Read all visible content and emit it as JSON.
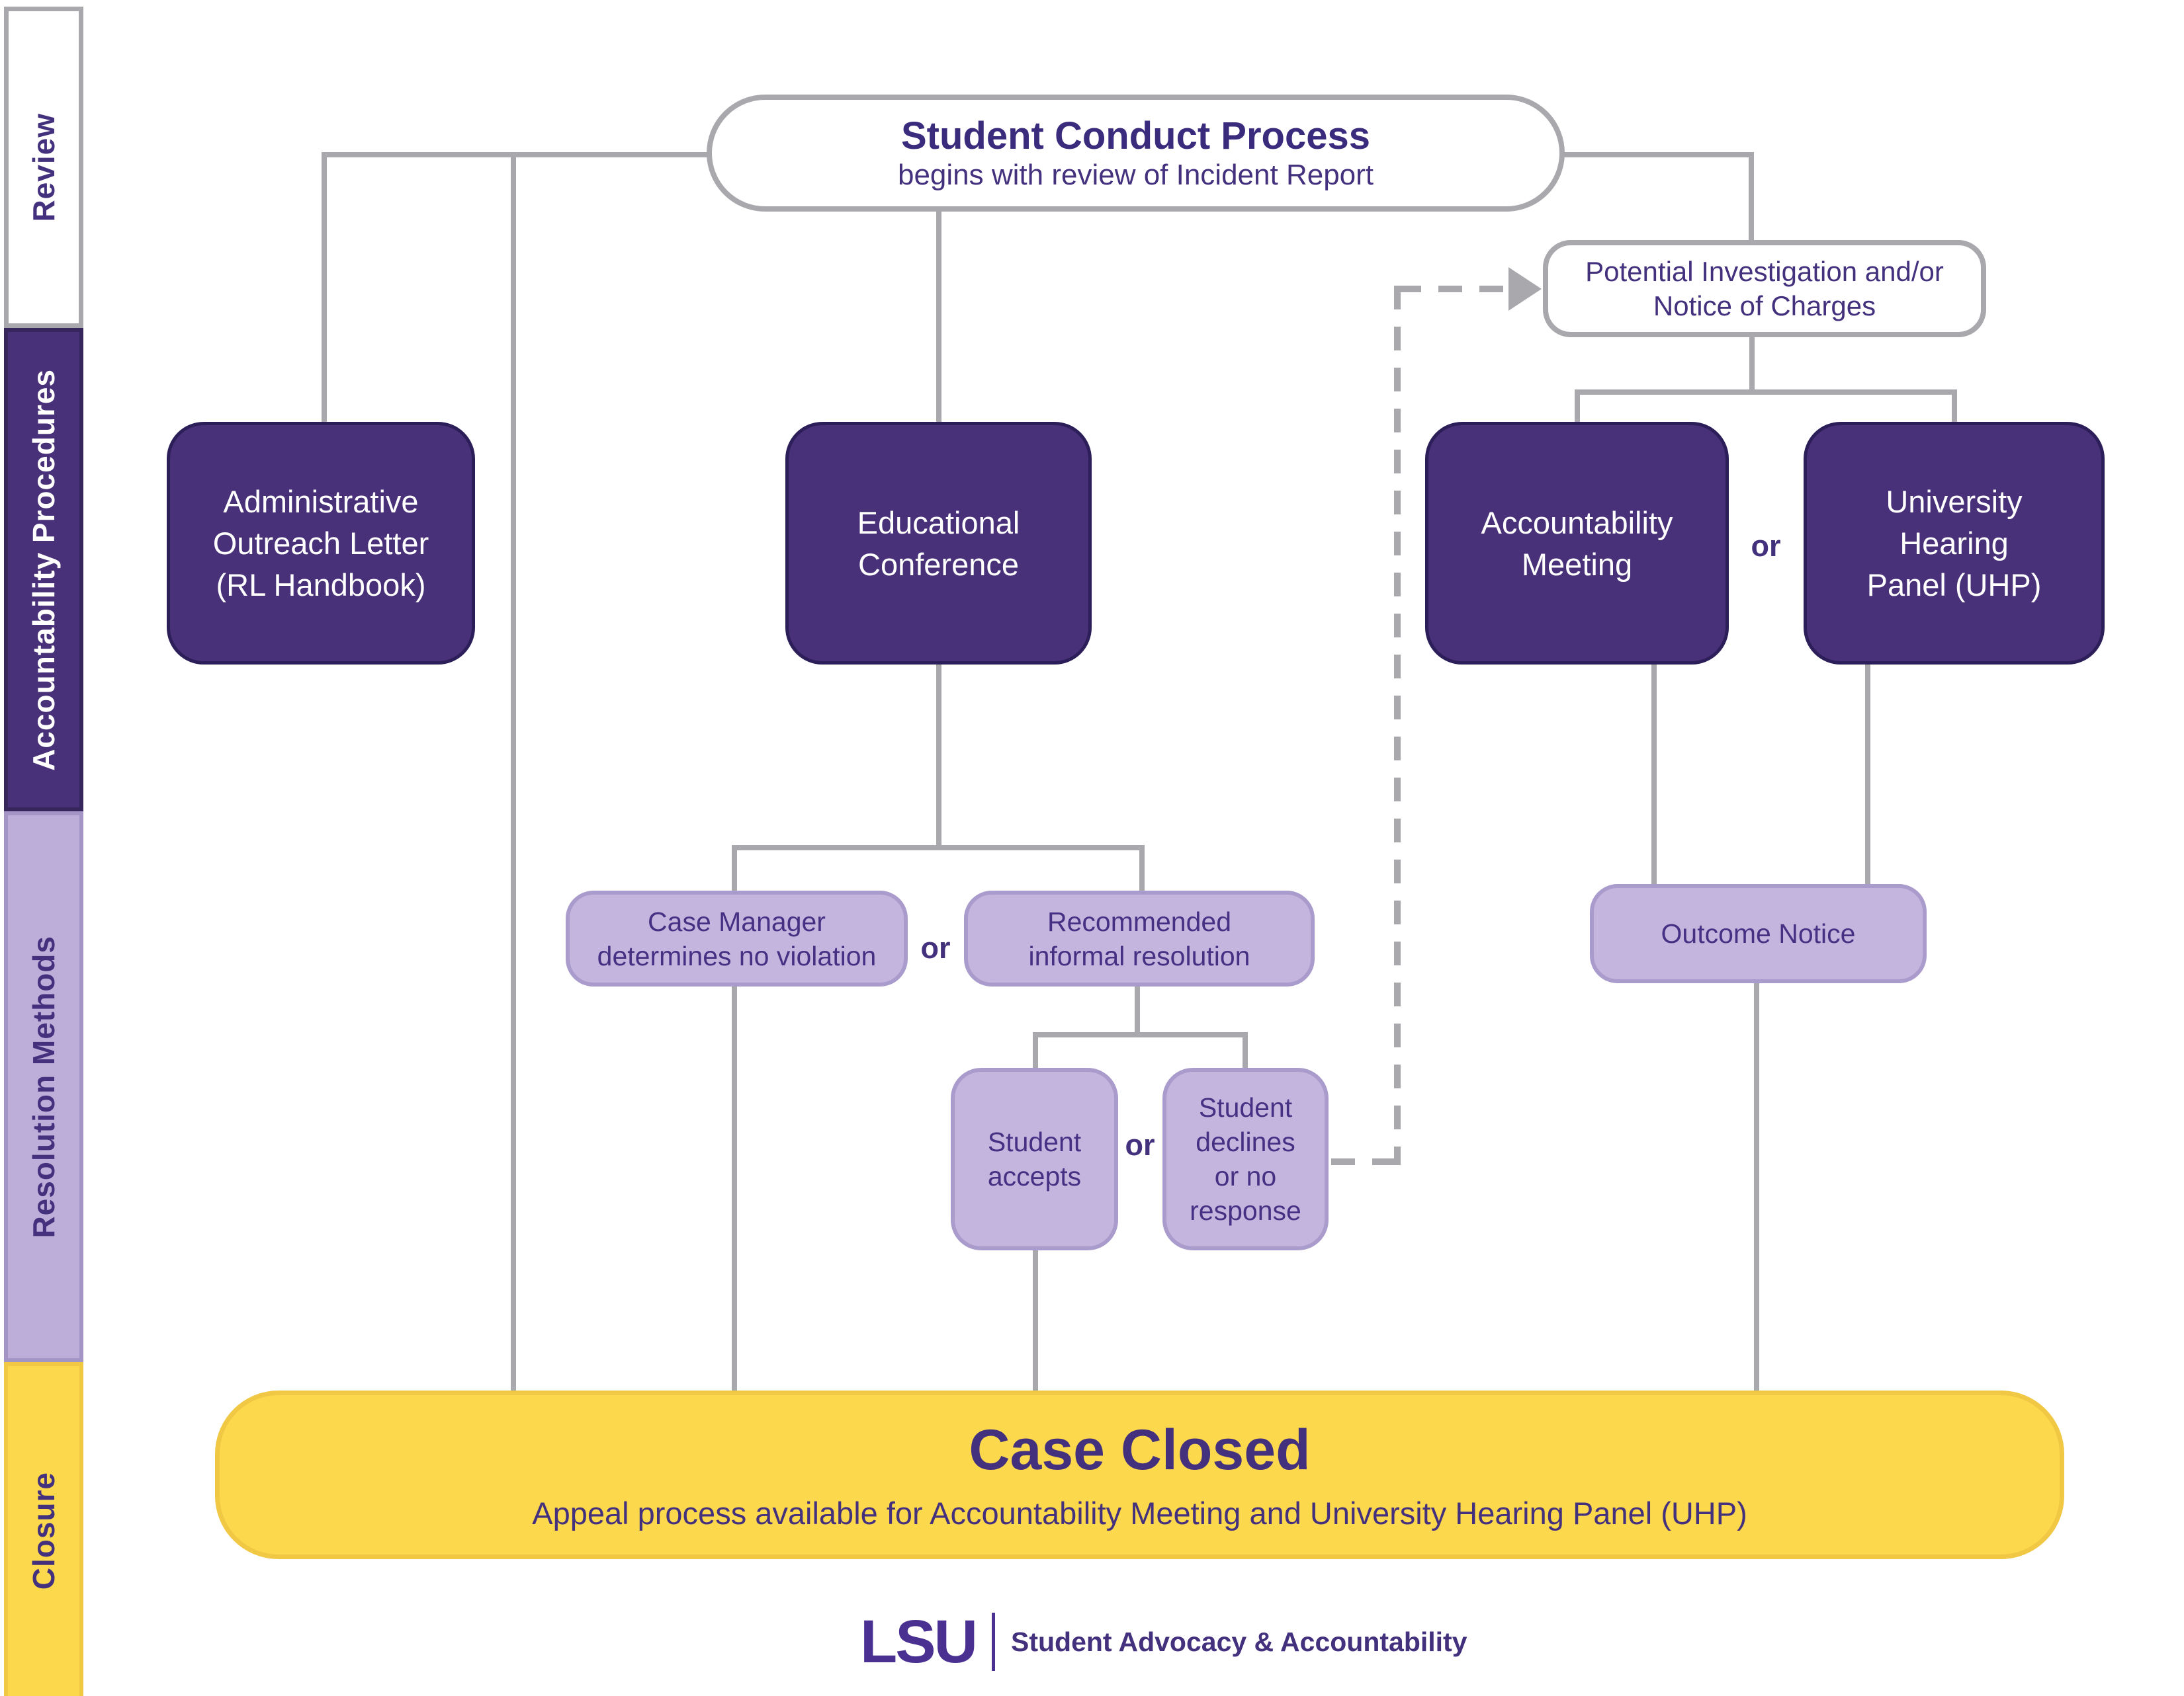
{
  "diagram_title": "Student Conduct Process",
  "colors": {
    "brand_purple": "#483179",
    "dark_purple_border": "#2c1e59",
    "lavender": "#c3b5dd",
    "lavender_border": "#a99bcb",
    "yellow": "#fcd84d",
    "yellow_border": "#f0c843",
    "connector_gray": "#a9a9ad",
    "text_purple": "#44317e",
    "white": "#ffffff"
  },
  "sidebar": {
    "sections": [
      {
        "label": "Review"
      },
      {
        "label": "Accountability Procedures"
      },
      {
        "label": "Resolution Methods"
      },
      {
        "label": "Closure"
      }
    ]
  },
  "nodes": {
    "scp": {
      "title": "Student Conduct Process",
      "subtitle": "begins with review of Incident Report"
    },
    "potential": {
      "lines": [
        "Potential Investigation and/or",
        "Notice of Charges"
      ]
    },
    "admin": {
      "lines": [
        "Administrative",
        "Outreach Letter",
        "(RL Handbook)"
      ]
    },
    "educonf": {
      "lines": [
        "Educational",
        "Conference"
      ]
    },
    "accmeet": {
      "lines": [
        "Accountability",
        "Meeting"
      ]
    },
    "uhp": {
      "lines": [
        "University",
        "Hearing",
        "Panel (UHP)"
      ]
    },
    "casemgr": {
      "lines": [
        "Case Manager",
        "determines no violation"
      ]
    },
    "recommended": {
      "lines": [
        "Recommended",
        "informal resolution"
      ]
    },
    "outcome": {
      "lines": [
        "Outcome Notice"
      ]
    },
    "accepts": {
      "lines": [
        "Student",
        "accepts"
      ]
    },
    "declines": {
      "lines": [
        "Student",
        "declines",
        "or no",
        "response"
      ]
    },
    "caseclosed": {
      "title": "Case Closed",
      "subtitle": "Appeal process available for Accountability Meeting and University Hearing Panel (UHP)"
    }
  },
  "or_label": "or",
  "footer": {
    "logo": "LSU",
    "unit": "Student Advocacy & Accountability"
  }
}
